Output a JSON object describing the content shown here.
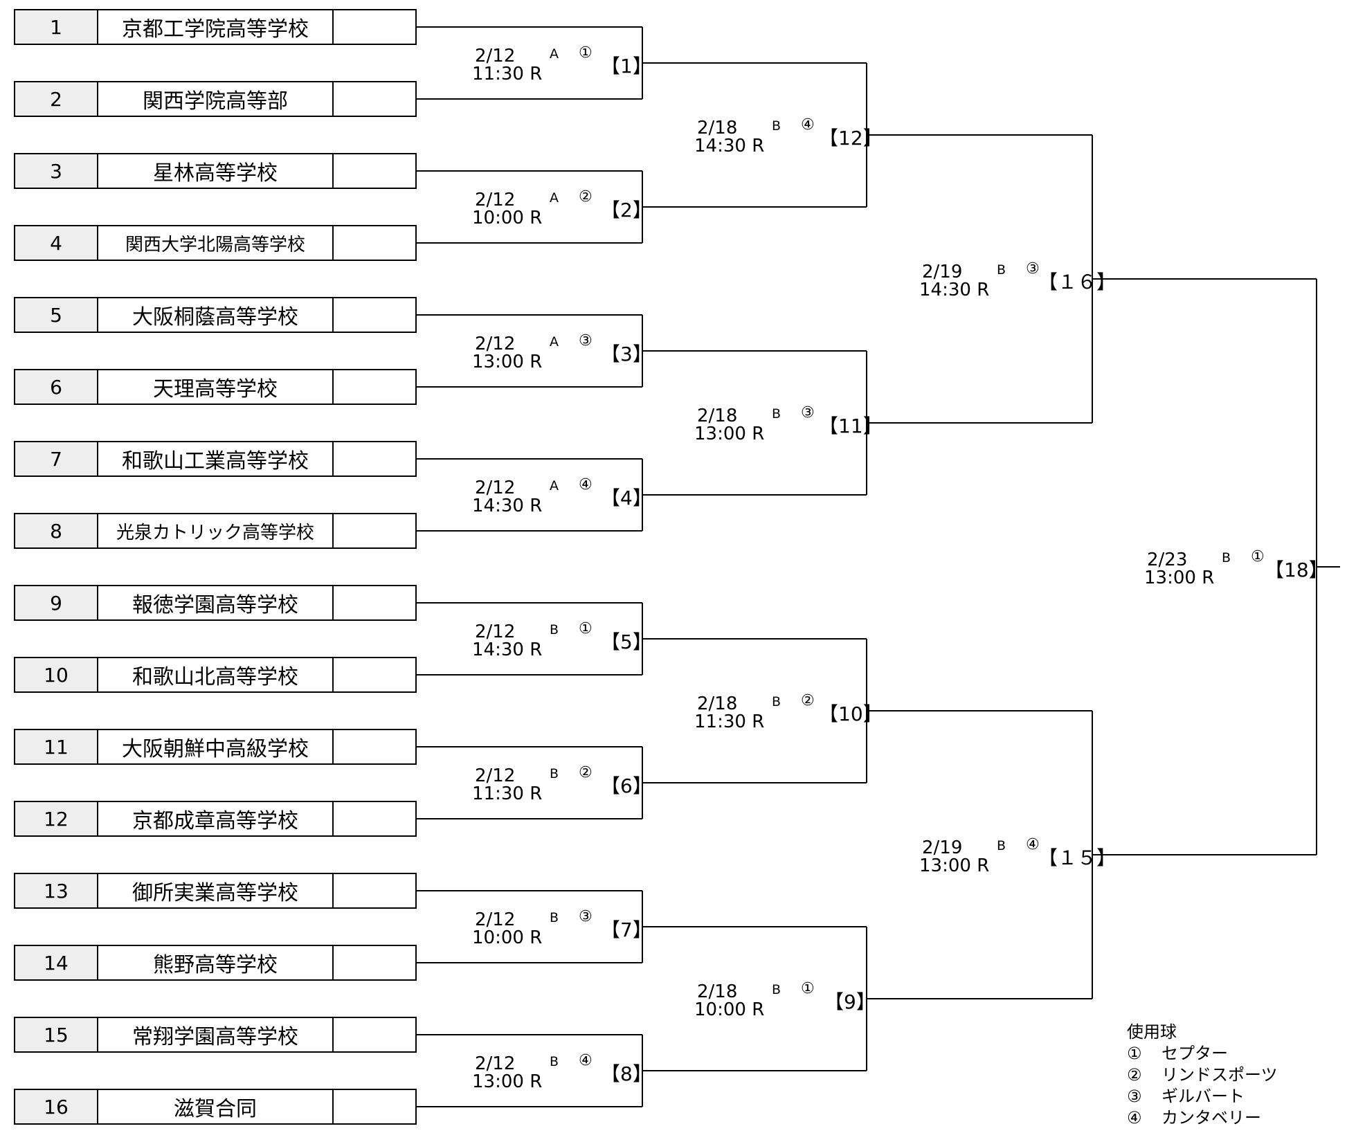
{
  "teams": [
    {
      "seed": "1",
      "name": "京都工学院高等学校"
    },
    {
      "seed": "2",
      "name": "関西学院高等部"
    },
    {
      "seed": "3",
      "name": "星林高等学校"
    },
    {
      "seed": "4",
      "name": "関西大学北陽高等学校"
    },
    {
      "seed": "5",
      "name": "大阪桐蔭高等学校"
    },
    {
      "seed": "6",
      "name": "天理高等学校"
    },
    {
      "seed": "7",
      "name": "和歌山工業高等学校"
    },
    {
      "seed": "8",
      "name": "光泉カトリック高等学校"
    },
    {
      "seed": "9",
      "name": "報徳学園高等学校"
    },
    {
      "seed": "10",
      "name": "和歌山北高等学校"
    },
    {
      "seed": "11",
      "name": "大阪朝鮮中高級学校"
    },
    {
      "seed": "12",
      "name": "京都成章高等学校"
    },
    {
      "seed": "13",
      "name": "御所実業高等学校"
    },
    {
      "seed": "14",
      "name": "熊野高等学校"
    },
    {
      "seed": "15",
      "name": "常翔学園高等学校"
    },
    {
      "seed": "16",
      "name": "滋賀合同"
    }
  ],
  "matches": {
    "round1": [
      {
        "date": "2/12",
        "time": "11:30 R",
        "court": "A",
        "ball": "①",
        "num": "【1】"
      },
      {
        "date": "2/12",
        "time": "10:00 R",
        "court": "A",
        "ball": "②",
        "num": "【2】"
      },
      {
        "date": "2/12",
        "time": "13:00 R",
        "court": "A",
        "ball": "③",
        "num": "【3】"
      },
      {
        "date": "2/12",
        "time": "14:30 R",
        "court": "A",
        "ball": "④",
        "num": "【4】"
      },
      {
        "date": "2/12",
        "time": "14:30 R",
        "court": "B",
        "ball": "①",
        "num": "【5】"
      },
      {
        "date": "2/12",
        "time": "11:30 R",
        "court": "B",
        "ball": "②",
        "num": "【6】"
      },
      {
        "date": "2/12",
        "time": "10:00 R",
        "court": "B",
        "ball": "③",
        "num": "【7】"
      },
      {
        "date": "2/12",
        "time": "13:00 R",
        "court": "B",
        "ball": "④",
        "num": "【8】"
      }
    ],
    "round2": [
      {
        "date": "2/18",
        "time": "14:30 R",
        "court": "B",
        "ball": "④",
        "num": "【12】"
      },
      {
        "date": "2/18",
        "time": "13:00 R",
        "court": "B",
        "ball": "③",
        "num": "【11】"
      },
      {
        "date": "2/18",
        "time": "11:30 R",
        "court": "B",
        "ball": "②",
        "num": "【10】"
      },
      {
        "date": "2/18",
        "time": "10:00 R",
        "court": "B",
        "ball": "①",
        "num": "【9】"
      }
    ],
    "round3": [
      {
        "date": "2/19",
        "time": "14:30 R",
        "court": "B",
        "ball": "③",
        "num": "【１６】"
      },
      {
        "date": "2/19",
        "time": "13:00 R",
        "court": "B",
        "ball": "④",
        "num": "【１５】"
      }
    ],
    "final": [
      {
        "date": "2/23",
        "time": "13:00 R",
        "court": "B",
        "ball": "①",
        "num": "【18】"
      }
    ]
  },
  "legend": {
    "title": "使用球",
    "items": [
      {
        "mark": "①",
        "label": "セプター"
      },
      {
        "mark": "②",
        "label": "リンドスポーツ"
      },
      {
        "mark": "③",
        "label": "ギルバート"
      },
      {
        "mark": "④",
        "label": "カンタベリー"
      }
    ]
  }
}
